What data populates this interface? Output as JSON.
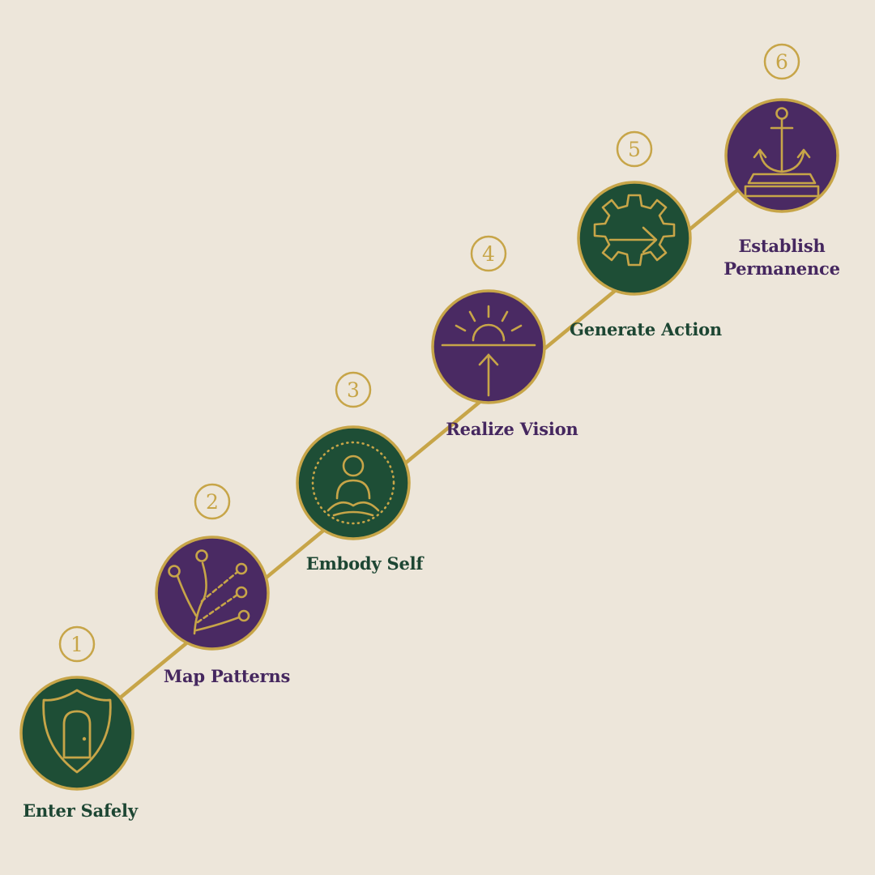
{
  "colors": {
    "background": "#ede6da",
    "gold": "#c7a548",
    "green": "#1e4e36",
    "purple": "#4a2a63",
    "green_text": "#1d4633",
    "purple_text": "#45275f"
  },
  "steps": [
    {
      "number": "1",
      "label": "Enter Safely",
      "icon": "shield-door-icon",
      "color": "green"
    },
    {
      "number": "2",
      "label": "Map Patterns",
      "icon": "branching-paths-icon",
      "color": "purple"
    },
    {
      "number": "3",
      "label": "Embody Self",
      "icon": "meditating-person-icon",
      "color": "green"
    },
    {
      "number": "4",
      "label": "Realize Vision",
      "icon": "sunrise-arrow-icon",
      "color": "purple"
    },
    {
      "number": "5",
      "label": "Generate Action",
      "icon": "gear-arrow-icon",
      "color": "green"
    },
    {
      "number": "6",
      "label": "Establish\nPermanence",
      "icon": "anchor-icon",
      "color": "purple"
    }
  ]
}
